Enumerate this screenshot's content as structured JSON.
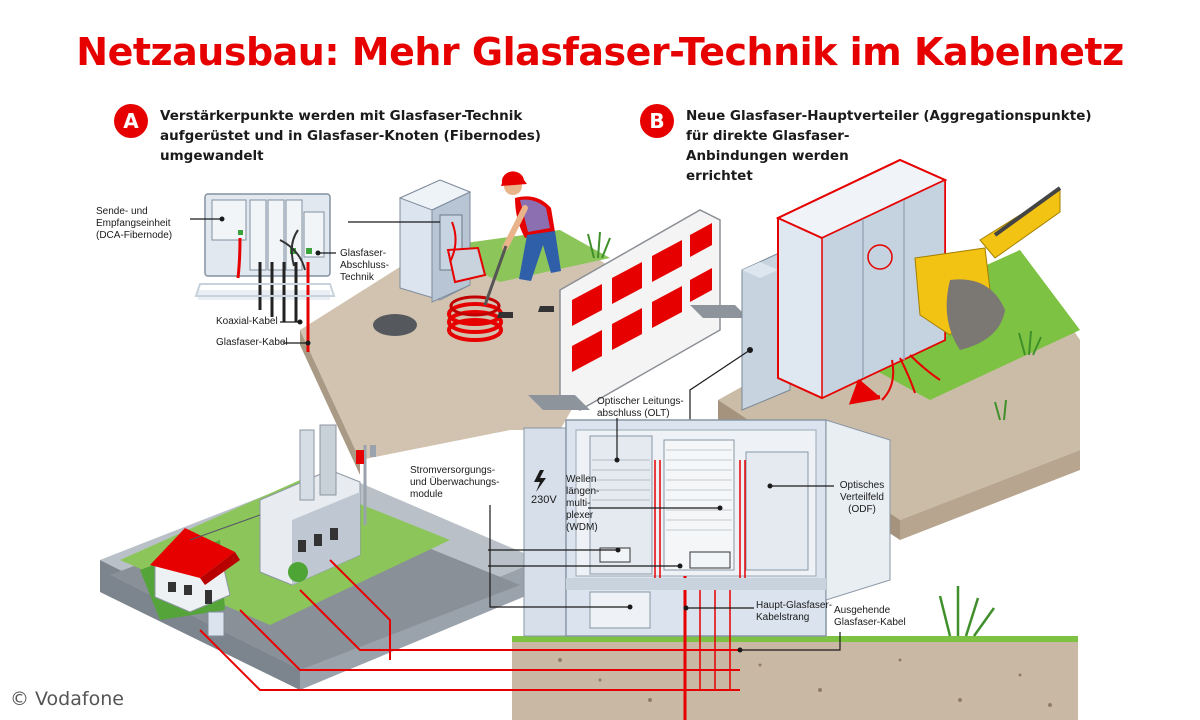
{
  "title": "Netzausbau: Mehr Glasfaser-Technik im Kabelnetz",
  "section_a": {
    "badge": "A",
    "lines": [
      "Verstärkerpunkte werden mit Glasfaser-Technik",
      "aufgerüstet und in Glasfaser-Knoten (Fibernodes)",
      "umgewandelt"
    ]
  },
  "section_b": {
    "badge": "B",
    "lines": [
      "Neue Glasfaser-Hauptverteiler (Aggregationspunkte)",
      "für direkte Glasfaser-",
      "Anbindungen werden",
      "errichtet"
    ]
  },
  "labels": {
    "sende": "Sende- und\nEmpfangseinheit\n(DCA-Fibernode)",
    "abschluss": "Glasfaser-\nAbschluss-\nTechnik",
    "koaxial": "Koaxial-Kabel",
    "glasfaser_kabel": "Glasfaser-Kabel",
    "olt": "Optischer Leitungs-\nabschluss (OLT)",
    "strom": "Stromversorgungs-\nund Überwachungs-\nmodule",
    "wdm": "Wellen\nlängen-\nmulti-\nplexer\n(WDM)",
    "odf": "Optisches\nVerteilfeld\n(ODF)",
    "haupt": "Haupt-Glasfaser-\nKabelstrang",
    "ausgehend": "Ausgehende\nGlasfaser-Kabel",
    "voltage": "230V"
  },
  "copyright": "© Vodafone",
  "colors": {
    "brand_red": "#e60000",
    "cabinet": "#dde6f0",
    "cabinet_dark": "#b9c7d6",
    "grass": "#7dc242",
    "soil": "#c9b8a3",
    "street": "#8a8f96"
  }
}
